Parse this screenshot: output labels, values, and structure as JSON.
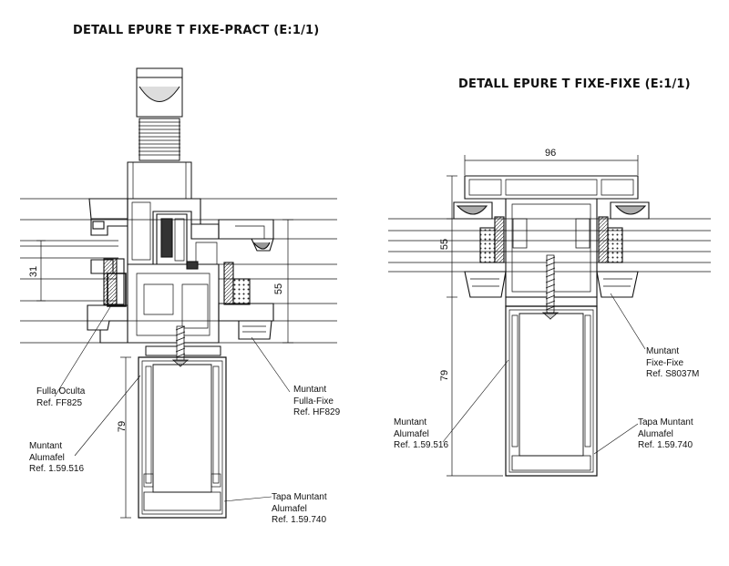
{
  "left": {
    "title": "DETALL EPURE T FIXE-PRACT (E:1/1)",
    "dims": {
      "d31": "31",
      "d55": "55",
      "d79": "79"
    },
    "labels": {
      "fulla_oculta": [
        "Fulla Oculta",
        "Ref. FF825"
      ],
      "muntant_fulla": [
        "Muntant",
        "Fulla-Fixe",
        "Ref. HF829"
      ],
      "muntant_alumafel": [
        "Muntant",
        "Alumafel",
        "Ref. 1.59.516"
      ],
      "tapa_muntant": [
        "Tapa Muntant",
        "Alumafel",
        "Ref. 1.59.740"
      ]
    }
  },
  "right": {
    "title": "DETALL EPURE T FIXE-FIXE (E:1/1)",
    "dims": {
      "d96": "96",
      "d55": "55",
      "d79": "79"
    },
    "labels": {
      "muntant_fixe": [
        "Muntant",
        "Fixe-Fixe",
        "Ref. S8037M"
      ],
      "muntant_alumafel": [
        "Muntant",
        "Alumafel",
        "Ref. 1.59.516"
      ],
      "tapa_muntant": [
        "Tapa Muntant",
        "Alumafel",
        "Ref. 1.59.740"
      ]
    }
  }
}
